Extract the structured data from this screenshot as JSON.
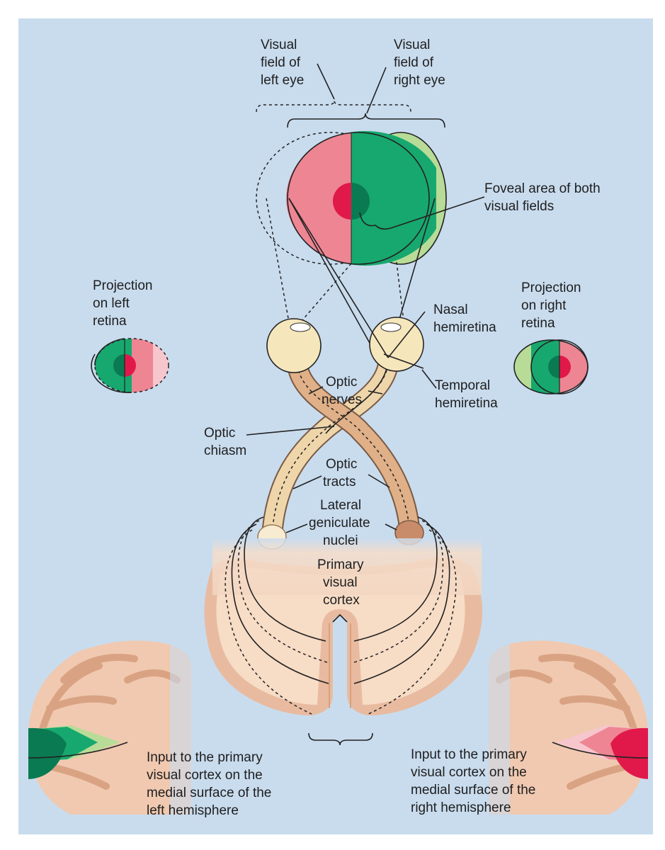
{
  "labels": {
    "vf_left": [
      "Visual",
      "field of",
      "left eye"
    ],
    "vf_right": [
      "Visual",
      "field of",
      "right eye"
    ],
    "foveal": [
      "Foveal area of both",
      "visual fields"
    ],
    "proj_left": [
      "Projection",
      "on left",
      "retina"
    ],
    "proj_right": [
      "Projection",
      "on right",
      "retina"
    ],
    "nasal": [
      "Nasal",
      "hemiretina"
    ],
    "temporal": [
      "Temporal",
      "hemiretina"
    ],
    "optic_nerves": [
      "Optic",
      "nerves"
    ],
    "optic_chiasm": [
      "Optic",
      "chiasm"
    ],
    "optic_tracts": [
      "Optic",
      "tracts"
    ],
    "lgn": [
      "Lateral",
      "geniculate",
      "nuclei"
    ],
    "v1": [
      "Primary",
      "visual",
      "cortex"
    ],
    "input_left": [
      "Input to the primary",
      "visual cortex on the",
      "medial surface of the",
      "left hemisphere"
    ],
    "input_right": [
      "Input to the primary",
      "visual cortex on the",
      "medial surface of the",
      "right hemisphere"
    ]
  },
  "colors": {
    "background": "#c9dcee",
    "left_field_light": "#f7c6cd",
    "left_field": "#ee8593",
    "fovea_red": "#e0194a",
    "right_field": "#17a86f",
    "right_field_light": "#b8dc97",
    "fovea_green": "#0a7a52",
    "eyeball": "#f6e6bc",
    "nerve": "#eed3a6",
    "nerve_dark": "#d79c7a",
    "brain": "#ecc3a8",
    "brain_gyrus": "#f8ddc6"
  }
}
